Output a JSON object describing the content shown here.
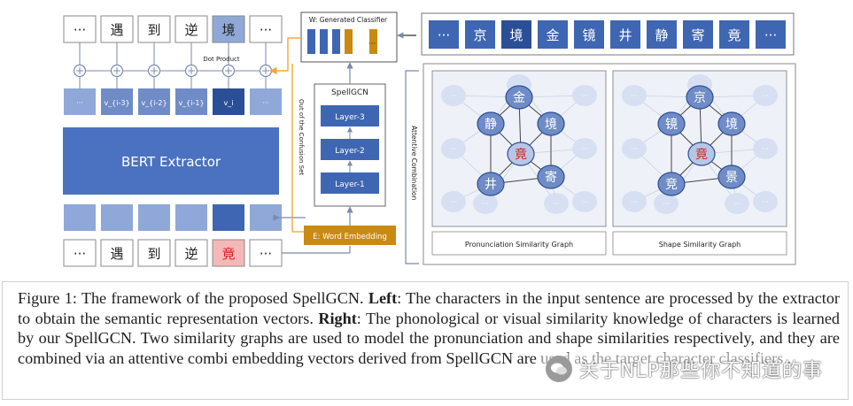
{
  "figure": {
    "output_tokens": [
      "···",
      "遇",
      "到",
      "逆",
      "境",
      "···"
    ],
    "input_tokens": [
      "···",
      "遇",
      "到",
      "逆",
      "竟",
      "···"
    ],
    "hidden_labels": [
      "···",
      "v_{i-3}",
      "v_{i-2}",
      "v_{i-1}",
      "v_i",
      "···"
    ],
    "dot_product": "Dot Product",
    "bert_label": "BERT Extractor",
    "classifier_title": "W: Generated Classifier",
    "classifier_ellipsis": "···",
    "candidates": [
      "···",
      "京",
      "境",
      "金",
      "镜",
      "井",
      "静",
      "寄",
      "竟",
      "···"
    ],
    "out_of_confusion": "Out of the Confusion Set",
    "spellgcn_title": "SpellGCN",
    "layers": [
      "Layer-3",
      "Layer-2",
      "Layer-1"
    ],
    "word_embedding": "E: Word Embedding",
    "attentive_combination": "Attentive Combination",
    "pron_graph": {
      "label": "Pronunciation Similarity Graph",
      "nodes": [
        "金",
        "静",
        "境",
        "竟",
        "井",
        "寄"
      ],
      "faded_node": "···"
    },
    "shape_graph": {
      "label": "Shape Similarity Graph",
      "nodes": [
        "京",
        "镜",
        "境",
        "竟",
        "竞",
        "景"
      ],
      "faded_node": "···"
    },
    "colors": {
      "box_blue": "#3f66b2",
      "dark_blue": "#2b4f96",
      "light_blue": "#8fa8d8",
      "orange": "#c98a12",
      "red_text": "#d22020"
    }
  },
  "caption": {
    "label": "Figure 1:",
    "intro": "The framework of the proposed SpellGCN.",
    "left_label": "Left",
    "left_text": ": The characters in the input sentence are processed by the extractor to obtain the semantic representation vectors.",
    "right_label": "Right",
    "right_text": ": The phonological or visual similarity knowledge of characters is learned by our SpellGCN. Two similarity graphs are used to model the pronunciation and shape similarities respectively, and they are combined via an attentive combi",
    "tail_text": "embedding vectors derived from SpellGCN are used as the target character classifiers ."
  },
  "watermark": {
    "text": "关于NLP那些你不知道的事"
  }
}
